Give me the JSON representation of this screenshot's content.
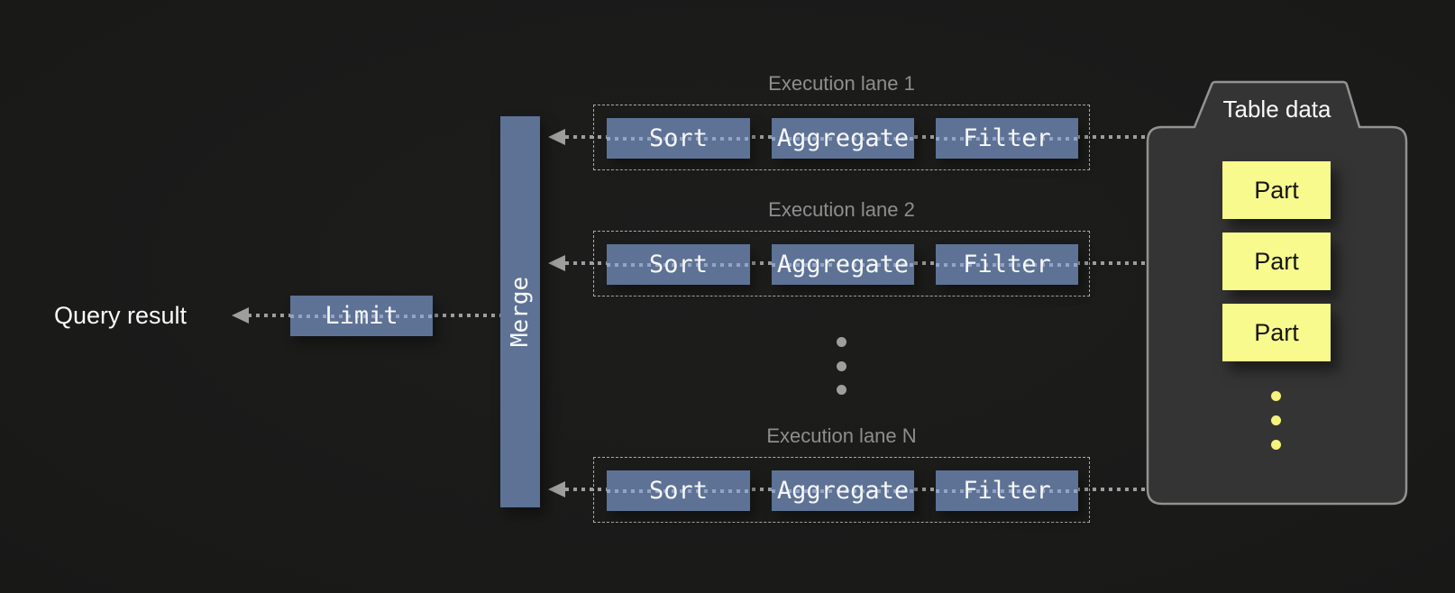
{
  "pipeline": {
    "query_result_label": "Query result",
    "limit_label": "Limit",
    "merge_label": "Merge"
  },
  "lanes": [
    {
      "title": "Execution lane 1",
      "operators": [
        "Sort",
        "Aggregate",
        "Filter"
      ]
    },
    {
      "title": "Execution lane 2",
      "operators": [
        "Sort",
        "Aggregate",
        "Filter"
      ]
    },
    {
      "title": "Execution lane N",
      "operators": [
        "Sort",
        "Aggregate",
        "Filter"
      ]
    }
  ],
  "table_data": {
    "title": "Table data",
    "parts": [
      "Part",
      "Part",
      "Part"
    ]
  },
  "colors": {
    "background": "#1b1b1a",
    "operator_blue": "#5d7295",
    "flow_dots_gray": "#9e9e9e",
    "flow_dots_light_blue": "#97a6c9",
    "lane_title_gray": "#8e8e8e",
    "table_container_fill": "#353434",
    "table_container_border": "#929292",
    "part_yellow": "#f9fa8e",
    "ellipsis_yellow": "#f5f37a",
    "text_white": "#fafafa"
  }
}
